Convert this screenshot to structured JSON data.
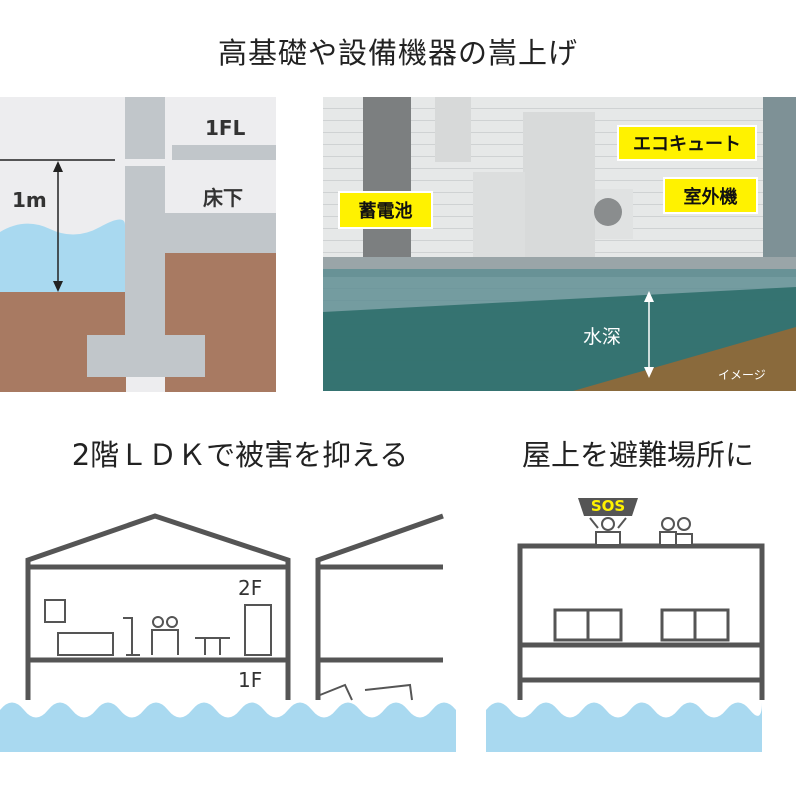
{
  "title": "高基礎や設備機器の嵩上げ",
  "foundation_diagram": {
    "label_1fl": "1FL",
    "label_underfloor": "床下",
    "label_depth": "1m"
  },
  "photo": {
    "tags": {
      "ecocute": "エコキュート",
      "outdoor_unit": "室外機",
      "battery": "蓄電池"
    },
    "water_depth": "水深",
    "image_note": "イメージ"
  },
  "section_ldk": {
    "heading": "2階ＬＤＫで被害を抑える",
    "floor2": "2F",
    "floor1": "1F"
  },
  "section_roof": {
    "heading": "屋上を避難場所に",
    "sos": "SOS"
  },
  "colors": {
    "water": "#a9d9f0",
    "soil": "#a87a62",
    "concrete": "#c1c6ca",
    "tag": "#fff200",
    "line": "#555555"
  }
}
